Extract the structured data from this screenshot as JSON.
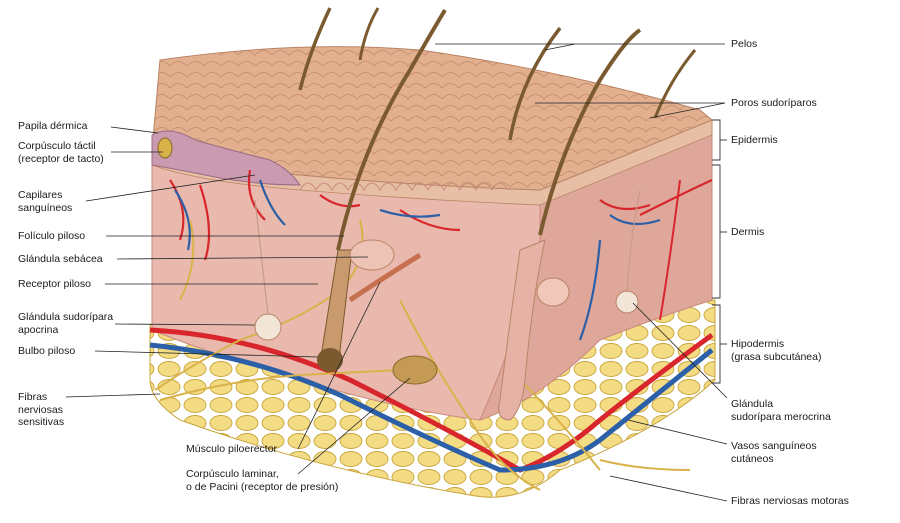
{
  "labels_left": [
    {
      "id": "papila-dermica",
      "lines": [
        "Papila dérmica"
      ]
    },
    {
      "id": "corpusculo-tactil",
      "lines": [
        "Corpúsculo táctil",
        "(receptor de tacto)"
      ]
    },
    {
      "id": "capilares",
      "lines": [
        "Capilares",
        "sanguíneos"
      ]
    },
    {
      "id": "foliculo-piloso",
      "lines": [
        "Folículo piloso"
      ]
    },
    {
      "id": "glandula-sebacea",
      "lines": [
        "Glándula sebácea"
      ]
    },
    {
      "id": "receptor-piloso",
      "lines": [
        "Receptor piloso"
      ]
    },
    {
      "id": "glandula-apocrina",
      "lines": [
        "Glándula sudorípara",
        "apocrina"
      ]
    },
    {
      "id": "bulbo-piloso",
      "lines": [
        "Bulbo piloso"
      ]
    },
    {
      "id": "fibras-sensitivas",
      "lines": [
        "Fibras",
        "nerviosas",
        "sensitivas"
      ]
    }
  ],
  "labels_bottom": [
    {
      "id": "musculo-piloerector",
      "lines": [
        "Músculo piloerector"
      ]
    },
    {
      "id": "corpusculo-laminar",
      "lines": [
        "Corpúsculo laminar,",
        "o de Pacini (receptor de presión)"
      ]
    }
  ],
  "labels_right": [
    {
      "id": "pelos",
      "lines": [
        "Pelos"
      ]
    },
    {
      "id": "poros",
      "lines": [
        "Poros sudoríparos"
      ]
    },
    {
      "id": "epidermis",
      "lines": [
        "Epidermis"
      ]
    },
    {
      "id": "dermis",
      "lines": [
        "Dermis"
      ]
    },
    {
      "id": "hipodermis",
      "lines": [
        "Hipodermis",
        "(grasa subcutánea)"
      ]
    },
    {
      "id": "glandula-merocrina",
      "lines": [
        "Glándula",
        "sudorípara merocrina"
      ]
    },
    {
      "id": "vasos-cutaneos",
      "lines": [
        "Vasos sanguíneos",
        "cutáneos"
      ]
    },
    {
      "id": "fibras-motoras",
      "lines": [
        "Fibras nerviosas motoras"
      ]
    }
  ],
  "colors": {
    "epidermis_surface": "#e2b08f",
    "dermis": "#e9b9ad",
    "dermis_side": "#dfa79a",
    "fat": "#f1d77a",
    "fat_outline": "#c9a43a",
    "artery": "#d8262c",
    "vein": "#2b5fa8",
    "nerve": "#d9b24a",
    "hair": "#7a5a2e"
  }
}
